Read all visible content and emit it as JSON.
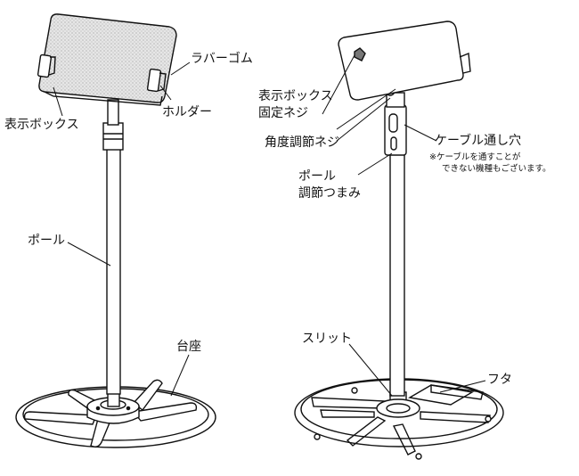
{
  "left_figure": {
    "labels": {
      "rubber": "ラバーゴム",
      "holder": "ホルダー",
      "display_box": "表示ボックス",
      "pole": "ポール",
      "base": "台座"
    }
  },
  "right_figure": {
    "labels": {
      "box_screw_line1": "表示ボックス",
      "box_screw_line2": "固定ネジ",
      "angle_screw": "角度調節ネジ",
      "cable_hole": "ケーブル通し穴",
      "cable_note_line1": "※ケーブルを通すことが",
      "cable_note_line2": "できない機種もございます。",
      "pole_knob_line1": "ポール",
      "pole_knob_line2": "調節つまみ",
      "slit": "スリット",
      "lid": "フタ"
    }
  }
}
